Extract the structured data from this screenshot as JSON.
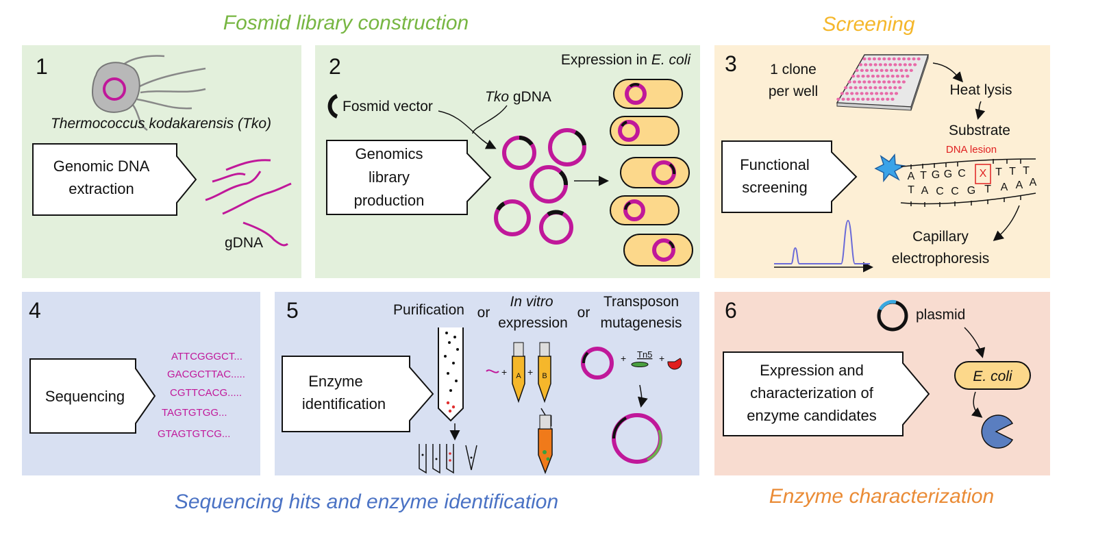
{
  "headings": {
    "fosmid": "Fosmid library construction",
    "screening": "Screening",
    "sequencing": "Sequencing hits and enzyme identification",
    "characterization": "Enzyme characterization"
  },
  "panel1": {
    "number": "1",
    "organism": "Thermococcus kodakarensis (Tko)",
    "box_line1": "Genomic DNA",
    "box_line2": "extraction",
    "gdna": "gDNA"
  },
  "panel2": {
    "number": "2",
    "expression_prefix": "Expression in ",
    "expression_host": "E. coli",
    "vector": "Fosmid vector",
    "tko": "Tko",
    "tko_suffix": " gDNA",
    "box_line1": "Genomics",
    "box_line2": "library",
    "box_line3": "production"
  },
  "panel3": {
    "number": "3",
    "clone_line1": "1 clone",
    "clone_line2": "per well",
    "heat_lysis": "Heat lysis",
    "substrate": "Substrate",
    "lesion": "DNA lesion",
    "box_line1": "Functional",
    "box_line2": "screening",
    "top_strand": [
      "A",
      "T",
      "G",
      "G",
      "C",
      "X",
      "T",
      "T",
      "T"
    ],
    "bottom_strand": [
      "T",
      "A",
      "C",
      "C",
      "G",
      "T",
      "A",
      "A",
      "A"
    ],
    "cap_line1": "Capillary",
    "cap_line2": "electrophoresis"
  },
  "panel4": {
    "number": "4",
    "box": "Sequencing",
    "sequences": [
      "ATTCGGGCT...",
      "GACGCTTAC.....",
      "CGTTCACG.....",
      "TAGTGTGG...",
      "GTAGTGTCG..."
    ]
  },
  "panel5": {
    "number": "5",
    "box_line1": "Enzyme",
    "box_line2": "identification",
    "purification": "Purification",
    "or1": "or",
    "invitro_line1": "In vitro",
    "invitro_line2": "expression",
    "or2": "or",
    "transposon_line1": "Transposon",
    "transposon_line2": "mutagenesis",
    "tube_a": "A",
    "tube_b": "B",
    "tn5": "Tn5"
  },
  "panel6": {
    "number": "6",
    "plasmid": "plasmid",
    "ecoli": "E. coli",
    "box_line1": "Expression and",
    "box_line2": "characterization of",
    "box_line3": "enzyme candidates"
  },
  "colors": {
    "green_heading": "#77b642",
    "yellow_heading": "#f5b72b",
    "blue_heading": "#4a72c4",
    "orange_heading": "#ea8b35",
    "panel_green": "#e3f0dc",
    "panel_yellow": "#fdefd5",
    "panel_blue": "#d8e0f2",
    "panel_peach": "#f8dcd0",
    "magenta": "#c0189a",
    "cell_yellow": "#fcd88b",
    "enzyme_blue": "#5a7ec0"
  }
}
